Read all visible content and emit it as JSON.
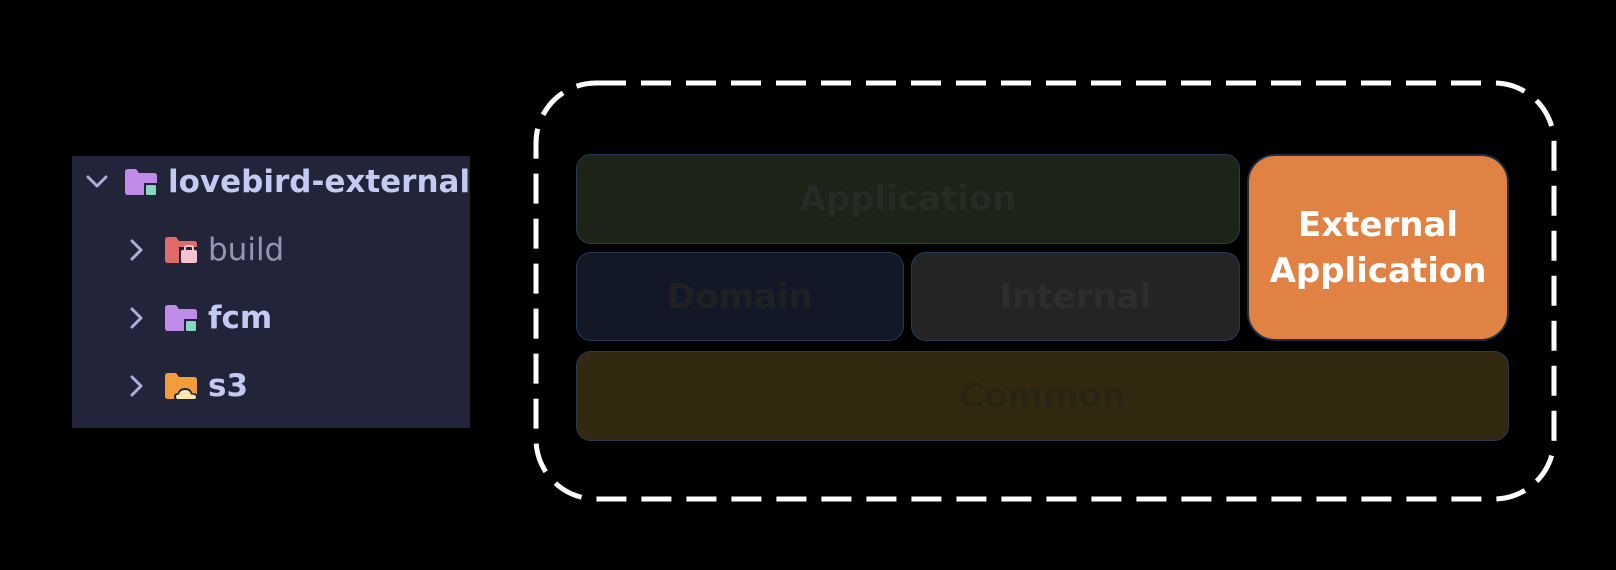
{
  "file_tree": {
    "items": [
      {
        "label": "lovebird-external",
        "expanded": true,
        "icon": "folder-module-icon",
        "icon_color": "#c08ae8",
        "style": "bold"
      },
      {
        "label": "build",
        "expanded": false,
        "icon": "folder-build-icon",
        "icon_color": "#e06a6a",
        "style": "dim"
      },
      {
        "label": "fcm",
        "expanded": false,
        "icon": "folder-module-icon",
        "icon_color": "#c08ae8",
        "style": "bold"
      },
      {
        "label": "s3",
        "expanded": false,
        "icon": "folder-cloud-icon",
        "icon_color": "#f39c3c",
        "style": "bold"
      }
    ]
  },
  "diagram": {
    "blocks": {
      "application": "Application",
      "domain": "Domain",
      "internal": "Internal",
      "common": "Common",
      "external_line1": "External",
      "external_line2": "Application"
    },
    "colors": {
      "external": "#df8244",
      "frame_stroke": "#ffffff",
      "block_border": "#263a55"
    }
  }
}
